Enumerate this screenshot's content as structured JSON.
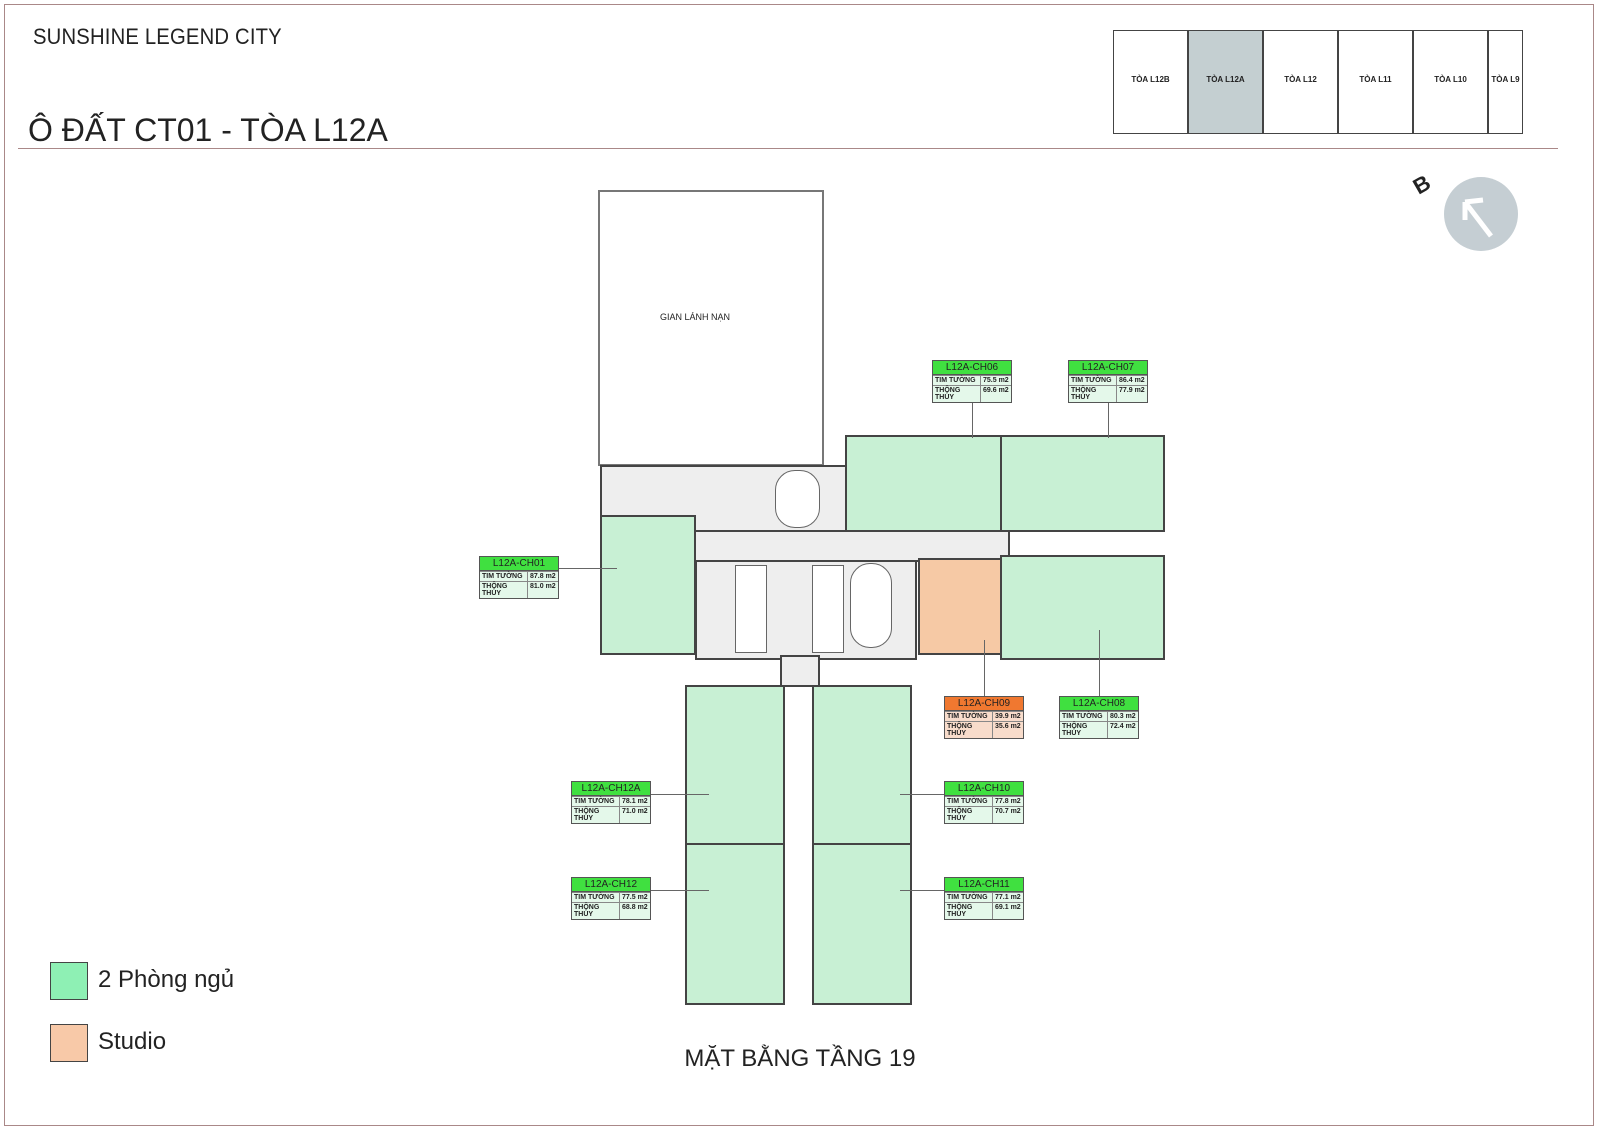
{
  "header": {
    "brand": "SUNSHINE LEGEND CITY",
    "title": "Ô ĐẤT CT01 - TÒA L12A"
  },
  "key_map": {
    "towers": [
      "TÒA L12B",
      "TÒA L12A",
      "TÒA L12",
      "TÒA L11",
      "TÒA L10",
      "TÒA L9"
    ],
    "active": "TÒA L12A"
  },
  "compass": {
    "label": "B"
  },
  "plan": {
    "refuge_area": "GIAN LÁNH NẠN",
    "row_labels": {
      "wall": "TIM TƯỜNG",
      "clear": "THÔNG THỦY"
    },
    "units": [
      {
        "id": "L12A-CH01",
        "wall": "87.8 m2",
        "clear": "81.0 m2",
        "type": "2br"
      },
      {
        "id": "L12A-CH06",
        "wall": "75.5 m2",
        "clear": "69.6 m2",
        "type": "2br"
      },
      {
        "id": "L12A-CH07",
        "wall": "86.4 m2",
        "clear": "77.9 m2",
        "type": "2br"
      },
      {
        "id": "L12A-CH08",
        "wall": "80.3 m2",
        "clear": "72.4 m2",
        "type": "2br"
      },
      {
        "id": "L12A-CH09",
        "wall": "39.9 m2",
        "clear": "35.6 m2",
        "type": "studio"
      },
      {
        "id": "L12A-CH10",
        "wall": "77.8 m2",
        "clear": "70.7 m2",
        "type": "2br"
      },
      {
        "id": "L12A-CH11",
        "wall": "77.1 m2",
        "clear": "69.1 m2",
        "type": "2br"
      },
      {
        "id": "L12A-CH12",
        "wall": "77.5 m2",
        "clear": "68.8 m2",
        "type": "2br"
      },
      {
        "id": "L12A-CH12A",
        "wall": "78.1 m2",
        "clear": "71.0 m2",
        "type": "2br"
      }
    ]
  },
  "legend": [
    {
      "label": "2 Phòng ngủ",
      "color": "#8ef0b4"
    },
    {
      "label": "Studio",
      "color": "#f8c9a8"
    }
  ],
  "floor_title": "MẶT BẰNG TẦNG 19"
}
